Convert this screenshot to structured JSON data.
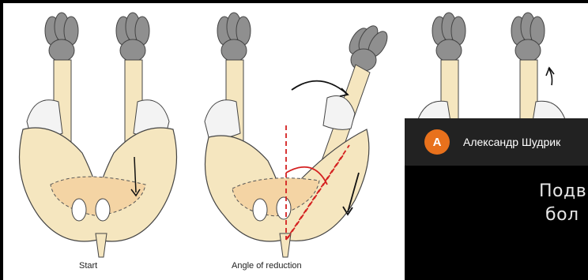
{
  "figure": {
    "captions": {
      "start": "Start",
      "angle_of_reduction": "Angle of reduction"
    }
  },
  "overlay": {
    "avatar_letter": "A",
    "avatar_color": "#e8711c",
    "user_name": "Александр Шудрик",
    "subtitle_line1": "Подв",
    "subtitle_line2": "бол"
  }
}
